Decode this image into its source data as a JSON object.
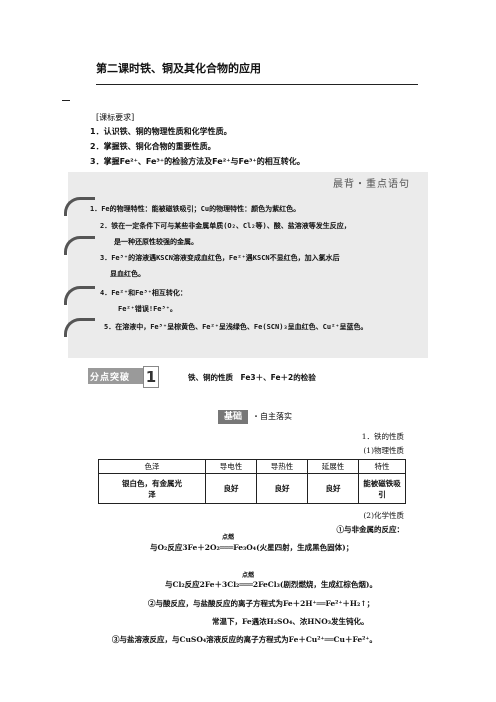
{
  "title": "第二课时铁、铜及其化合物的应用",
  "requirements": {
    "heading": "[课标要求]",
    "items": [
      "1．认识铁、铜的物理性质和化学性质。",
      "2．掌握铁、铜化合物的重要性质。",
      "3．掌握Fe²⁺、Fe³⁺的检验方法及Fe²⁺与Fe³⁺的相互转化。"
    ]
  },
  "panel": {
    "heading": "晨背・重点语句",
    "lines": [
      "1．Fe的物理特性：能被磁铁吸引；Cu的物理特性：颜色为紫红色。",
      "2．铁在一定条件下可与某些非金属单质(O₂、Cl₂等)、酸、盐溶液等发生反应，",
      "是一种还原性较强的金属。",
      "3．Fe³⁺的溶液遇KSCN溶液变成血红色，Fe²⁺遇KSCN不显红色，加入氯水后",
      "显血红色。",
      "4．Fe²⁺和Fe³⁺相互转化：",
      "Fe²⁺错误!Fe³⁺。",
      "5．在溶液中，Fe³⁺呈棕黄色、Fe²⁺呈浅绿色、Fe(SCN)₃呈血红色、Cu²⁺呈蓝色。"
    ]
  },
  "section": {
    "badge_text": "分点突破",
    "badge_num": "1",
    "title": "铁、铜的性质　Fe3＋、Fe＋2的检验"
  },
  "base": {
    "box": "基础",
    "label": "・自主落实"
  },
  "iron": {
    "h1": "1．铁的性质",
    "h2": "(1)物理性质",
    "table_headers": [
      "色泽",
      "导电性",
      "导热性",
      "延展性",
      "特性"
    ],
    "table_row": [
      "银白色，有金属光泽",
      "良好",
      "良好",
      "良好",
      "能被磁铁吸引"
    ],
    "h3": "(2)化学性质",
    "sub1": "①与非金属的反应：",
    "o2_cond": "点燃",
    "o2_line": "与O₂反应3Fe＋2O₂═══Fe₃O₄(火星四射，生成黑色固体)；",
    "cl2_cond": "点燃",
    "cl2_line": "与Cl₂反应2Fe＋3Cl₂═══2FeCl₃(剧烈燃烧，生成红棕色烟)。",
    "acid_line": "②与酸反应，与盐酸反应的离子方程式为Fe＋2H⁺══Fe²⁺＋H₂↑；",
    "passive_line": "常温下，Fe遇浓H₂SO₄、浓HNO₃发生钝化。",
    "salt_line": "③与盐溶液反应，与CuSO₄溶液反应的离子方程式为Fe＋Cu²⁺══Cu＋Fe²⁺。"
  }
}
